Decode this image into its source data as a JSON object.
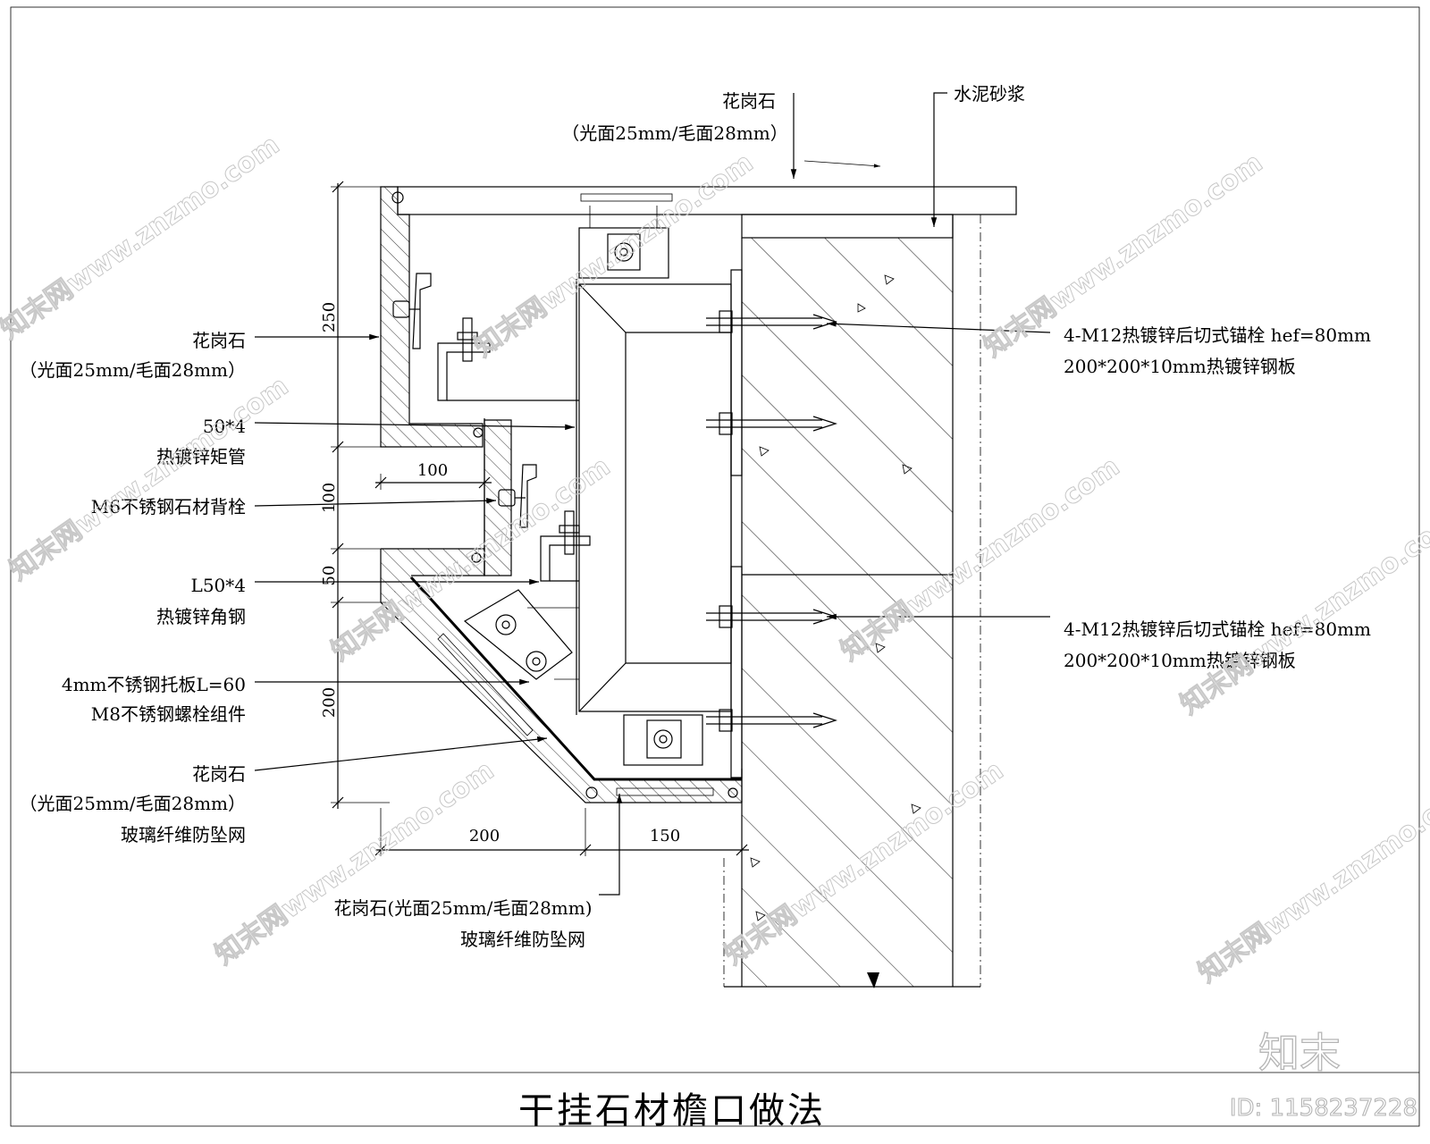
{
  "title": "干挂石材檐口做法",
  "labels": {
    "top_granite": "花岗石",
    "top_granite_spec": "（光面25mm/毛面28mm）",
    "cement_mortar": "水泥砂浆",
    "anchor_upper_1": "4-M12热镀锌后切式锚栓 hef=80mm",
    "anchor_upper_2": "200*200*10mm热镀锌钢板",
    "anchor_lower_1": "4-M12热镀锌后切式锚栓 hef=80mm",
    "anchor_lower_2": "200*200*10mm热镀锌钢板",
    "left_granite": "花岗石",
    "left_granite_spec": "（光面25mm/毛面28mm）",
    "tube_1": "50*4",
    "tube_2": "热镀锌矩管",
    "back_bolt": "M6不锈钢石材背栓",
    "angle_1": "L50*4",
    "angle_2": "热镀锌角钢",
    "plate_1": "4mm不锈钢托板L=60",
    "plate_2": "M8不锈钢螺栓组件",
    "slope_granite": "花岗石",
    "slope_granite_spec": "（光面25mm/毛面28mm）",
    "slope_mesh": "玻璃纤维防坠网",
    "bottom_granite": "花岗石(光面25mm/毛面28mm)",
    "bottom_mesh": "玻璃纤维防坠网"
  },
  "dimensions": {
    "v_250": "250",
    "v_100": "100",
    "v_50": "50",
    "v_200": "200",
    "h_100": "100",
    "h_200": "200",
    "h_150": "150"
  },
  "watermark": {
    "text": "知末网www.znzmo.com",
    "brand": "知末",
    "id": "ID: 1158237228"
  }
}
